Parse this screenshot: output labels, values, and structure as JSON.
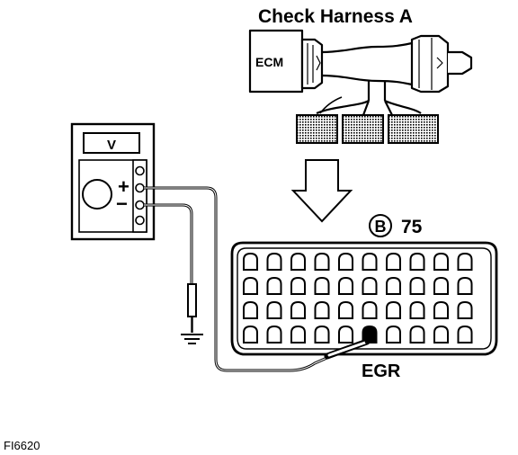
{
  "title": "Check Harness A",
  "ecm_label": "ECM",
  "meter_unit": "V",
  "plus_sign": "+",
  "minus_sign": "−",
  "connector_letter": "B",
  "connector_number": "75",
  "terminal_label": "EGR",
  "figure_id": "FI6620",
  "connector_layout": {
    "rows": 4,
    "columns": 10,
    "probed_row": 4,
    "probed_column": 6
  },
  "icons": [
    "voltmeter-icon",
    "ground-icon",
    "down-arrow-icon",
    "connector-icon",
    "harness-icon"
  ]
}
